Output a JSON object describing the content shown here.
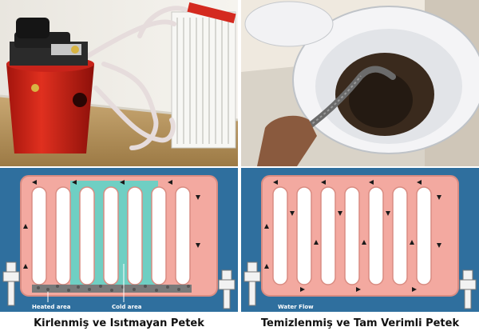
{
  "diagram_left": {
    "label_heated": "Heated area",
    "label_cold": "Cold area",
    "caption": "Kirlenmiş ve Isıtmayan Petek"
  },
  "diagram_right": {
    "label_flow": "Water Flow",
    "caption": "Temizlenmiş ve Tam Verimli Petek"
  },
  "colors": {
    "heated": "#f3a9a0",
    "cold": "#6fcfc3",
    "background": "#2f6f9e",
    "pump": "#d42a1f"
  }
}
